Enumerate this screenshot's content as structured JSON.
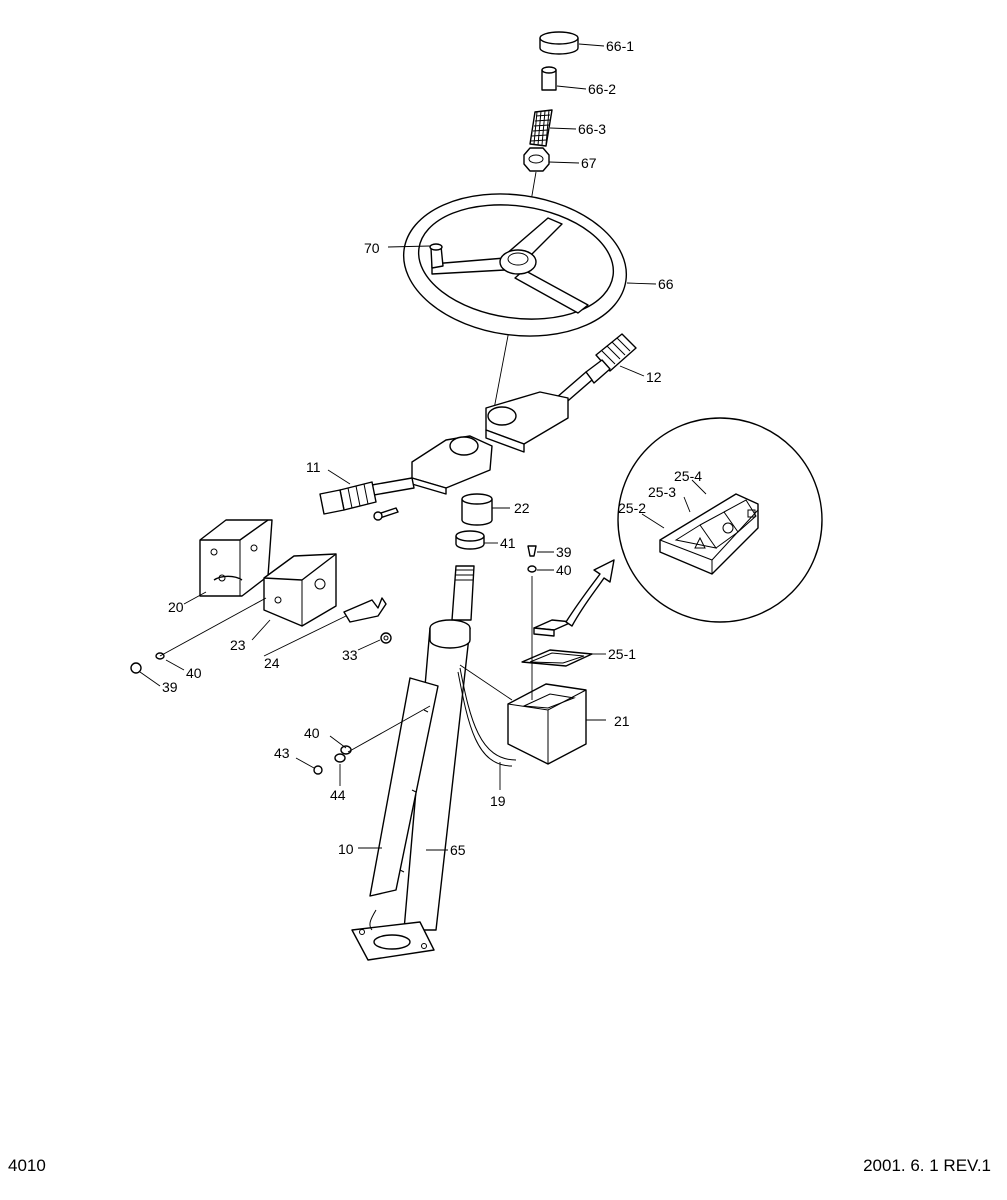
{
  "footer": {
    "page_number": "4010",
    "revision": "2001. 6. 1 REV.1"
  },
  "callouts": {
    "p66_1": "66-1",
    "p66_2": "66-2",
    "p66_3": "66-3",
    "p67": "67",
    "p70": "70",
    "p66": "66",
    "p12": "12",
    "p11": "11",
    "p22": "22",
    "p41": "41",
    "p39a": "39",
    "p40a": "40",
    "p25_4": "25-4",
    "p25_3": "25-3",
    "p25_2": "25-2",
    "p25_1": "25-1",
    "p20": "20",
    "p23": "23",
    "p24": "24",
    "p33": "33",
    "p40b": "40",
    "p39b": "39",
    "p21": "21",
    "p40c": "40",
    "p43": "43",
    "p44": "44",
    "p19": "19",
    "p10": "10",
    "p65": "65"
  }
}
